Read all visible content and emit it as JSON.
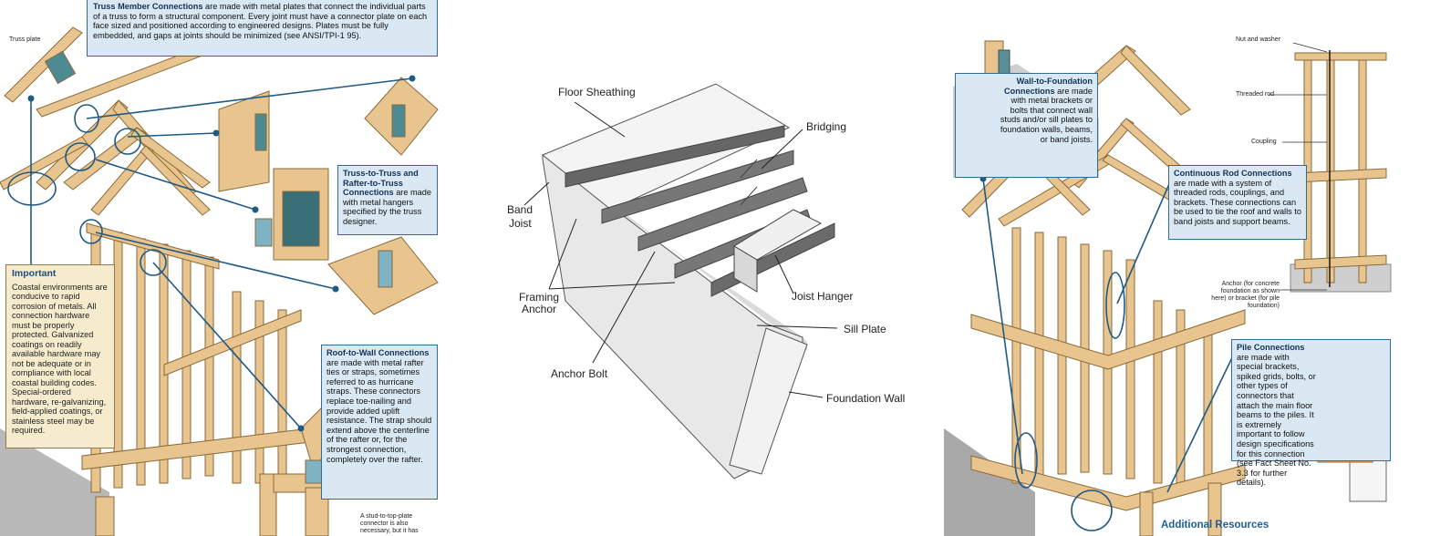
{
  "left": {
    "truss_member": {
      "title": "Truss Member Connections",
      "text": " are made with metal plates that connect the individual parts of a truss to form a structural component. Every joint must have a connector plate on each face sized and positioned according to engineered designs. Plates must be fully embedded, and gaps at joints should be minimized (see ANSI/TPI-1 95)."
    },
    "truss_plate_label": "Truss plate",
    "truss_to_truss": {
      "title": "Truss-to-Truss and Rafter-to-Truss Connections",
      "text": " are made with metal hangers specified by the truss designer."
    },
    "important": {
      "title": "Important",
      "text": "Coastal environments are conducive to rapid corrosion of metals. All connection hardware must be properly protected. Galvanized coatings on readily available hardware may not be adequate or in compliance with local coastal building codes. Special-ordered hardware, re-galvanizing, field-applied coatings, or stainless steel may be required."
    },
    "roof_to_wall": {
      "title": "Roof-to-Wall Connections",
      "text": " are made with metal rafter ties or straps, sometimes referred to as hurricane straps. These connectors replace toe-nailing and provide added uplift resistance. The strap should extend above the centerline of the rafter or, for the strongest connection, completely over the rafter."
    },
    "stud_note": "A stud-to-top-plate connector is also necessary, but it has"
  },
  "middle": {
    "labels": {
      "floor_sheathing": "Floor Sheathing",
      "bridging": "Bridging",
      "band_joist_1": "Band",
      "band_joist_2": "Joist",
      "framing_anchor_1": "Framing",
      "framing_anchor_2": "Anchor",
      "joist_hanger": "Joist Hanger",
      "sill_plate": "Sill Plate",
      "anchor_bolt": "Anchor Bolt",
      "foundation_wall": "Foundation Wall"
    }
  },
  "right": {
    "wall_to_foundation": {
      "title": "Wall-to-Foundation Connections",
      "text": " are made with metal brackets or bolts that connect wall studs and/or sill plates to foundation walls, beams, or band joists."
    },
    "continuous_rod": {
      "title": "Continuous Rod Connections",
      "text": " are made with a system of threaded rods, couplings, and brackets. These connections can be used to tie the roof and walls to band joists and support beams."
    },
    "pile": {
      "title": "Pile Connections",
      "text": " are made with special brackets, spiked grids, bolts, or other types of connectors that attach the main floor beams to the piles. It is extremely important to follow design specifications for this connection (see Fact Sheet No. 3.3 for further details)."
    },
    "rod_labels": {
      "nut_washer": "Nut and washer",
      "threaded_rod": "Threaded rod",
      "coupling": "Coupling",
      "anchor": "Anchor (for concrete foundation as shown here) or bracket (for pile foundation)"
    },
    "additional_resources": "Additional Resources"
  },
  "colors": {
    "callout_fill": "#d9e8f3",
    "callout_border": "#2f6d93",
    "leader_line": "#1f5a85",
    "wood": "#e8c48e",
    "important_fill": "#f6eccd"
  }
}
